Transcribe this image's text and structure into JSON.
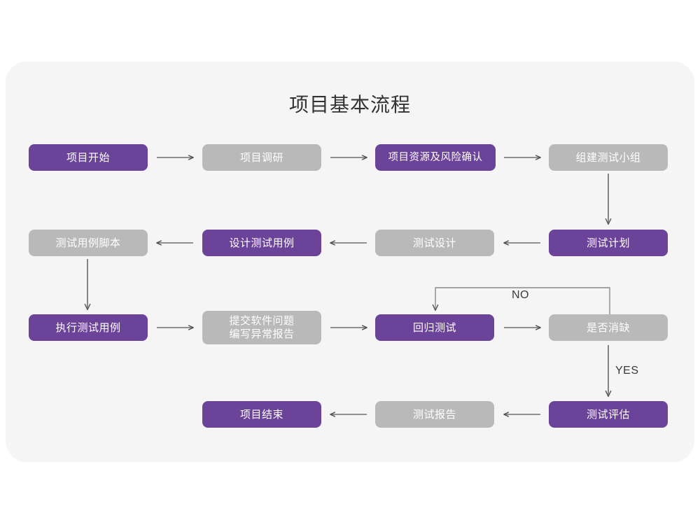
{
  "page": {
    "background": "#ffffff",
    "card_background": "#f5f5f5",
    "title": "项目基本流程"
  },
  "colors": {
    "purple": "#6b4398",
    "gray": "#b9b9b9",
    "node_text": "#ffffff",
    "title_text": "#333333",
    "connector": "#808080",
    "label_text": "#3a3a3a"
  },
  "chart_data": {
    "type": "diagram",
    "title": "项目基本流程",
    "diagram_kind": "flowchart",
    "nodes": [
      {
        "id": "n1",
        "label": "项目开始",
        "style": "purple",
        "row": 1,
        "col": 1
      },
      {
        "id": "n2",
        "label": "项目调研",
        "style": "gray",
        "row": 1,
        "col": 2
      },
      {
        "id": "n3",
        "label": "项目资源及风险确认",
        "style": "purple",
        "row": 1,
        "col": 3
      },
      {
        "id": "n4",
        "label": "组建测试小组",
        "style": "gray",
        "row": 1,
        "col": 4
      },
      {
        "id": "n5",
        "label": "测试用例脚本",
        "style": "gray",
        "row": 2,
        "col": 1
      },
      {
        "id": "n6",
        "label": "设计测试用例",
        "style": "purple",
        "row": 2,
        "col": 2
      },
      {
        "id": "n7",
        "label": "测试设计",
        "style": "gray",
        "row": 2,
        "col": 3
      },
      {
        "id": "n8",
        "label": "测试计划",
        "style": "purple",
        "row": 2,
        "col": 4
      },
      {
        "id": "n9",
        "label": "执行测试用例",
        "style": "purple",
        "row": 3,
        "col": 1
      },
      {
        "id": "n10",
        "label": "提交软件问题\n编写异常报告",
        "style": "gray",
        "row": 3,
        "col": 2
      },
      {
        "id": "n11",
        "label": "回归测试",
        "style": "purple",
        "row": 3,
        "col": 3
      },
      {
        "id": "n12",
        "label": "是否消缺",
        "style": "gray",
        "row": 3,
        "col": 4
      },
      {
        "id": "n13",
        "label": "项目结束",
        "style": "purple",
        "row": 4,
        "col": 2
      },
      {
        "id": "n14",
        "label": "测试报告",
        "style": "gray",
        "row": 4,
        "col": 3
      },
      {
        "id": "n15",
        "label": "测试评估",
        "style": "purple",
        "row": 4,
        "col": 4
      }
    ],
    "edges": [
      {
        "from": "n1",
        "to": "n2",
        "label": "",
        "direction": "right"
      },
      {
        "from": "n2",
        "to": "n3",
        "label": "",
        "direction": "right"
      },
      {
        "from": "n3",
        "to": "n4",
        "label": "",
        "direction": "right"
      },
      {
        "from": "n4",
        "to": "n8",
        "label": "",
        "direction": "down"
      },
      {
        "from": "n8",
        "to": "n7",
        "label": "",
        "direction": "left"
      },
      {
        "from": "n7",
        "to": "n6",
        "label": "",
        "direction": "left"
      },
      {
        "from": "n6",
        "to": "n5",
        "label": "",
        "direction": "left"
      },
      {
        "from": "n5",
        "to": "n9",
        "label": "",
        "direction": "down"
      },
      {
        "from": "n9",
        "to": "n10",
        "label": "",
        "direction": "right"
      },
      {
        "from": "n10",
        "to": "n11",
        "label": "",
        "direction": "right"
      },
      {
        "from": "n11",
        "to": "n12",
        "label": "",
        "direction": "right"
      },
      {
        "from": "n12",
        "to": "n11",
        "label": "NO",
        "direction": "loop-up-left"
      },
      {
        "from": "n12",
        "to": "n15",
        "label": "YES",
        "direction": "down"
      },
      {
        "from": "n15",
        "to": "n14",
        "label": "",
        "direction": "left"
      },
      {
        "from": "n14",
        "to": "n13",
        "label": "",
        "direction": "left"
      }
    ],
    "edge_labels": [
      "NO",
      "YES"
    ]
  }
}
